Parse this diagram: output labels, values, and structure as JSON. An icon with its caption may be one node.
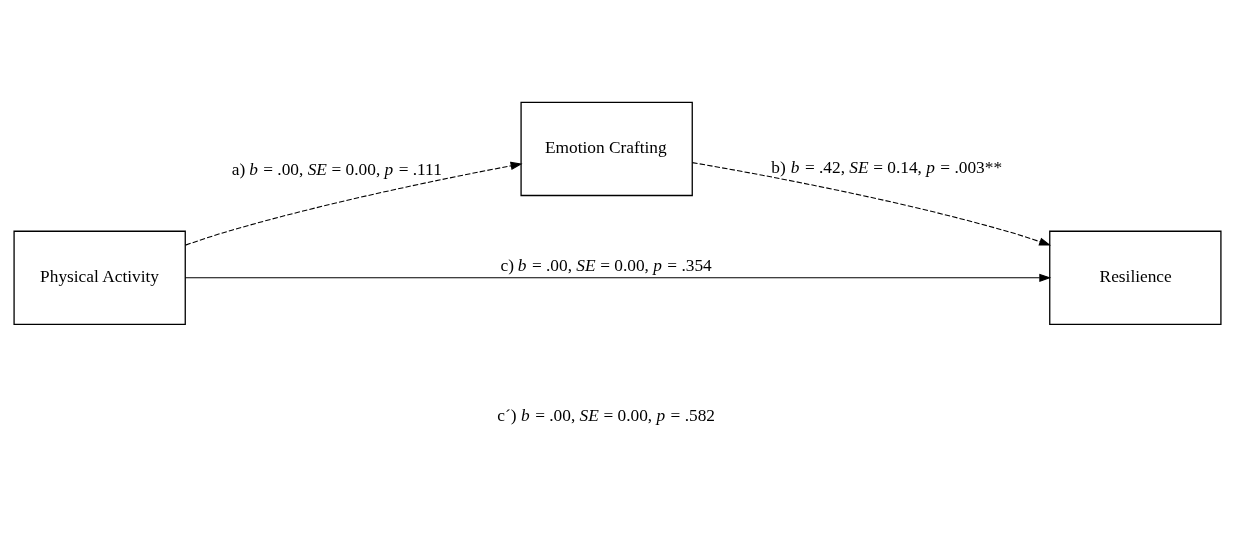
{
  "diagram": {
    "nodes": [
      {
        "text": [
          "Physical Activity"
        ]
      },
      {
        "text": [
          "Emotion Crafting"
        ]
      },
      {
        "text": [
          "Resilience"
        ]
      }
    ],
    "edges": [
      {
        "from": 0,
        "to": 1,
        "arrow": "to",
        "style": "dashed",
        "label": "a) *b* = .00, *SE* = 0.00, *p* = .111"
      },
      {
        "from": 1,
        "to": 2,
        "arrow": "to",
        "style": "dashed",
        "label": "b) *b* = .42, *SE* = 0.14, *p* = .003**"
      },
      {
        "from": 0,
        "to": 2,
        "arrow": "to",
        "label": "c) *b* = .00, *SE* = 0.00, *p* = .354"
      }
    ],
    "labels": [
      "c´) *b* = .00, *SE* = 0.00, *p* = .582"
    ]
  }
}
